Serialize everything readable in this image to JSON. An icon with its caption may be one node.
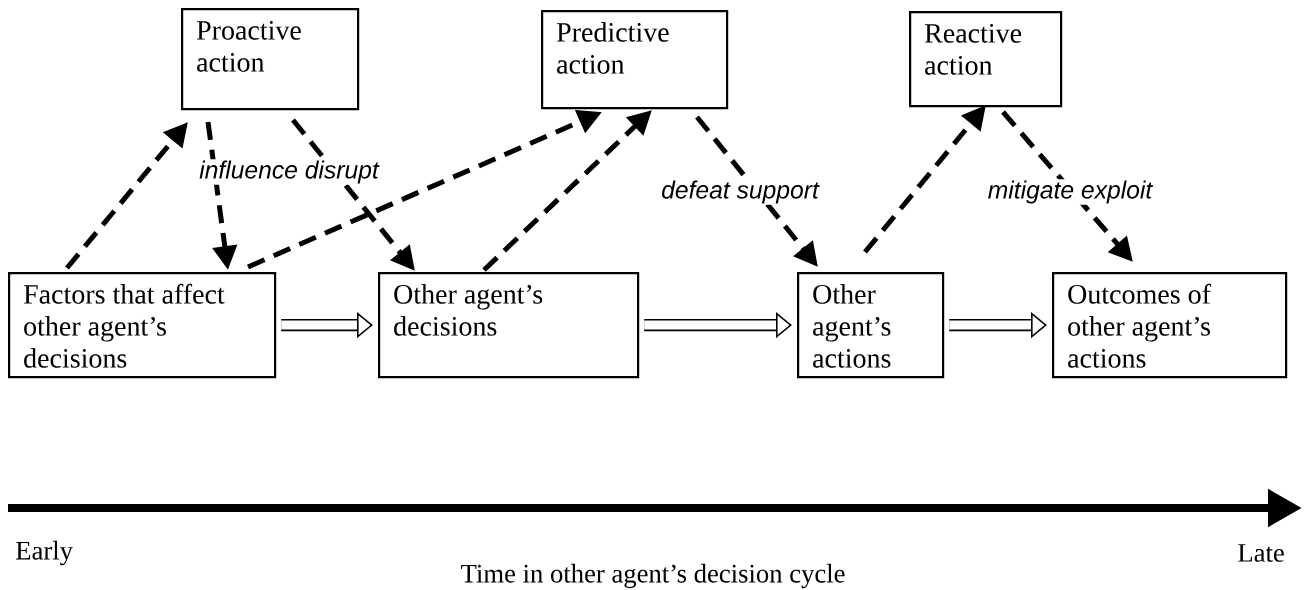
{
  "diagram": {
    "caption": "Time in other agent’s decision cycle",
    "nodes": [
      {
        "text": [
          "Proactive action"
        ]
      },
      {
        "text": [
          "Predictive action"
        ]
      },
      {
        "text": [
          "Reactive action"
        ]
      },
      {
        "text": [
          "Factors that affect other agent’s decisions"
        ]
      },
      {
        "text": [
          "Other agent’s decisions"
        ]
      },
      {
        "text": [
          "Other agent’s actions"
        ]
      },
      {
        "text": [
          "Outcomes of other agent’s actions"
        ]
      }
    ],
    "edges": [
      {
        "from": 3,
        "to": 0,
        "arrow": "to",
        "style": "dashed"
      },
      {
        "from": 0,
        "to": 3,
        "arrow": "to",
        "style": "dashed"
      },
      {
        "from": 0,
        "to": 4,
        "arrow": "to",
        "style": "dashed"
      },
      {
        "from": 3,
        "to": 1,
        "arrow": "to",
        "style": "dashed"
      },
      {
        "from": 4,
        "to": 1,
        "arrow": "to",
        "style": "dashed"
      },
      {
        "from": 1,
        "to": 5,
        "arrow": "to",
        "style": "dashed"
      },
      {
        "from": 5,
        "to": 2,
        "arrow": "to",
        "style": "dashed"
      },
      {
        "from": 2,
        "to": 6,
        "arrow": "to",
        "style": "dashed"
      },
      {
        "from": 3,
        "to": 4,
        "arrow": "to",
        "style": "thick"
      },
      {
        "from": 4,
        "to": 5,
        "arrow": "to",
        "style": "thick"
      },
      {
        "from": 5,
        "to": 6,
        "arrow": "to",
        "style": "thick"
      }
    ],
    "labels": [
      "influence disrupt",
      "defeat support",
      "mitigate exploit",
      "Early",
      "Late"
    ]
  }
}
